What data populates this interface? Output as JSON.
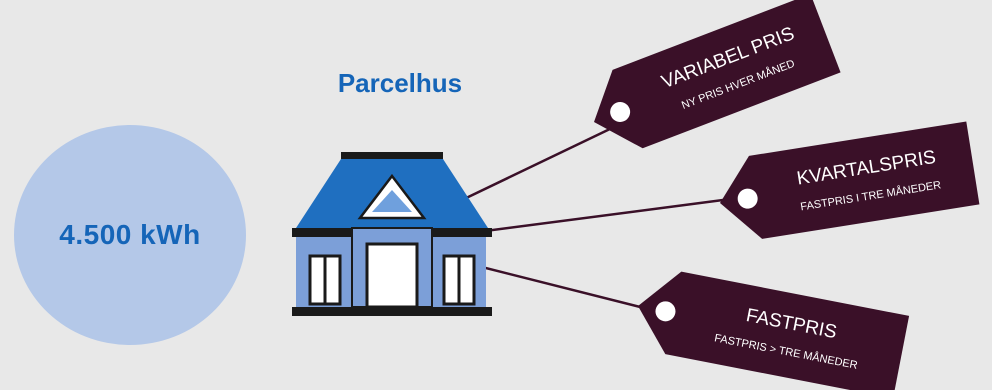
{
  "consumption": {
    "label": "4.500 kWh"
  },
  "house": {
    "title": "Parcelhus"
  },
  "tags": [
    {
      "title": "VARIABEL PRIS",
      "subtitle": "NY PRIS HVER MÅNED"
    },
    {
      "title": "KVARTALSPRIS",
      "subtitle": "FASTPRIS I TRE MÅNEDER"
    },
    {
      "title": "FASTPRIS",
      "subtitle": "FASTPRIS > TRE MÅNEDER"
    }
  ],
  "colors": {
    "background": "#e8e8e8",
    "circle": "#b4c8e8",
    "accent_text": "#1565b8",
    "tag": "#3a1028",
    "roof": "#1f6fc0",
    "wall": "#7c9fd8",
    "outline": "#1a1a1a"
  }
}
